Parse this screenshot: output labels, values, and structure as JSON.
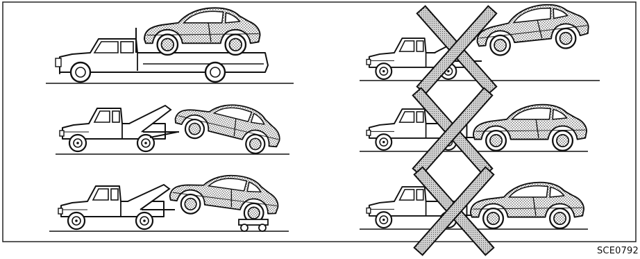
{
  "figure": {
    "code_label": "SCE0792",
    "colors": {
      "line": "#111111",
      "paint": "#bdbdbd",
      "background": "#ffffff",
      "frame": "#222222"
    }
  },
  "panels": [
    {
      "name": "flatbed-truck",
      "method": "flatbed",
      "allowed": true
    },
    {
      "name": "wheel-lift-front-raised",
      "method": "wheel-lift",
      "allowed": true
    },
    {
      "name": "wheel-lift-with-dollies",
      "method": "wheel-lift-dollies",
      "allowed": true
    },
    {
      "name": "wheel-lift-rear-raised",
      "method": "wheel-lift-rear",
      "allowed": false
    },
    {
      "name": "tow-all-wheels-on-ground",
      "method": "all-wheels-down",
      "allowed": false
    },
    {
      "name": "tow-all-wheels-on-ground-variant",
      "method": "all-wheels-down",
      "allowed": false
    }
  ]
}
